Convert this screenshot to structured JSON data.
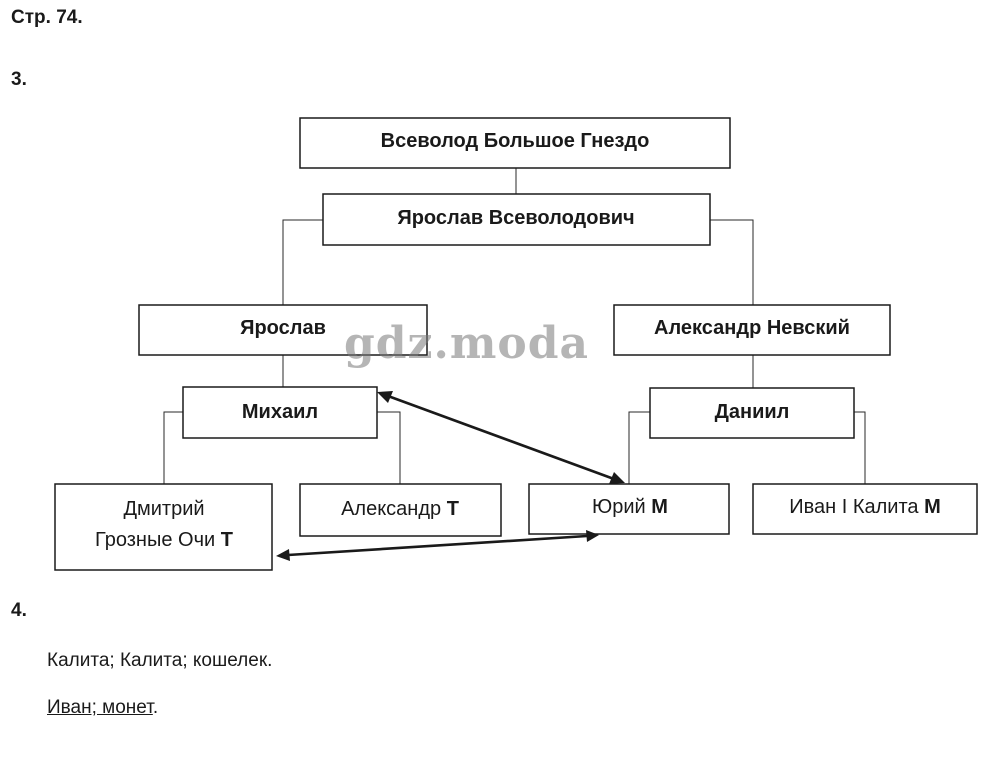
{
  "page_heading": "Стр. 74.",
  "task3": {
    "heading": "3.",
    "nodes": {
      "vsevolod": "Всеволод Большое Гнездо",
      "yaroslav_vsevolodovich": "Ярослав Всеволодович",
      "yaroslav": "Ярослав",
      "alexander_nevsky": "Александр Невский",
      "mikhail": "Михаил",
      "daniil": "Даниил",
      "dmitry_line1": "Дмитрий",
      "dmitry_line2": "Грозные Очи",
      "dmitry_mark": "Т",
      "alexander": "Александр",
      "alexander_mark": "Т",
      "yury": "Юрий",
      "yury_mark": "М",
      "ivan": "Иван I Калита",
      "ivan_mark": "М"
    }
  },
  "watermark": "gdz.moda",
  "task4": {
    "heading": "4.",
    "line1": "Калита; Калита; кошелек.",
    "line2_underlined": "Иван; монет",
    "line2_end": "."
  }
}
